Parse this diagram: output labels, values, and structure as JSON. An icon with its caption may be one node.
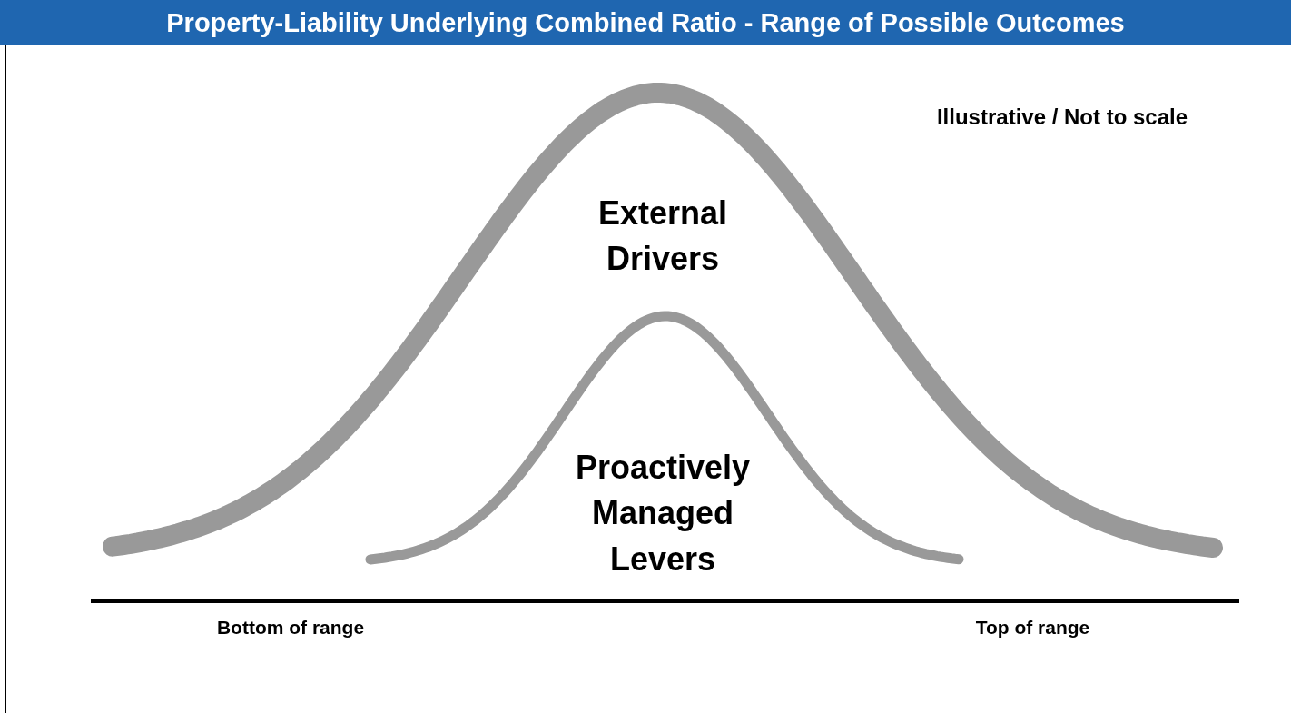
{
  "diagram": {
    "title": "Property-Liability Underlying Combined Ratio - Range of Possible Outcomes",
    "labels": [
      "Illustrative / Not to scale",
      "External Drivers",
      "Proactively Managed Levers",
      "Bottom of range",
      "Top of range"
    ]
  }
}
